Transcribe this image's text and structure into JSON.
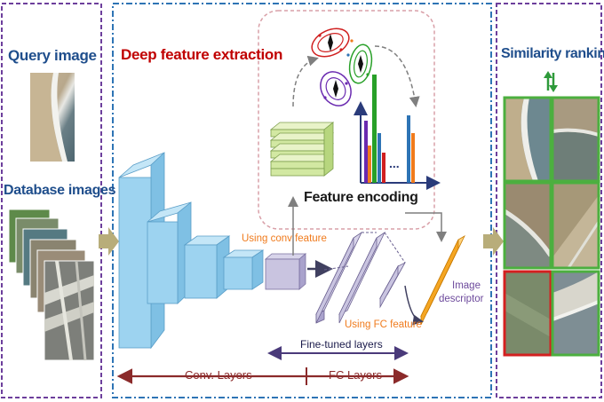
{
  "sections": {
    "query_label": "Query image",
    "database_label": "Database images",
    "extraction_label": "Deep feature extraction",
    "ranking_label": "Similarity ranking",
    "feature_encoding_label": "Feature encoding"
  },
  "annotations": {
    "using_conv_feature": "Using conv feature",
    "using_fc_feature": "Using FC feature",
    "image_descriptor_line1": "Image",
    "image_descriptor_line2": "descriptor",
    "fine_tuned_layers": "Fine-tuned layers",
    "conv_layers": "Conv. Layers",
    "fc_layers": "FC Layers",
    "ellipsis": "..."
  },
  "colors": {
    "left_border": "#6d3f9c",
    "middle_border": "#2e74b5",
    "right_border": "#6d3f9c",
    "conv_block": "#9dd3f0",
    "result_correct": "#4caf3f",
    "result_wrong": "#d42020",
    "fc_bar": "#c9c4e0",
    "descriptor_bar": "#f5a623"
  },
  "ranking_results": [
    {
      "rank": 1,
      "correct": true
    },
    {
      "rank": 2,
      "correct": true
    },
    {
      "rank": 3,
      "correct": true
    },
    {
      "rank": 4,
      "correct": true
    },
    {
      "rank": 5,
      "correct": false
    },
    {
      "rank": 6,
      "correct": true
    }
  ]
}
